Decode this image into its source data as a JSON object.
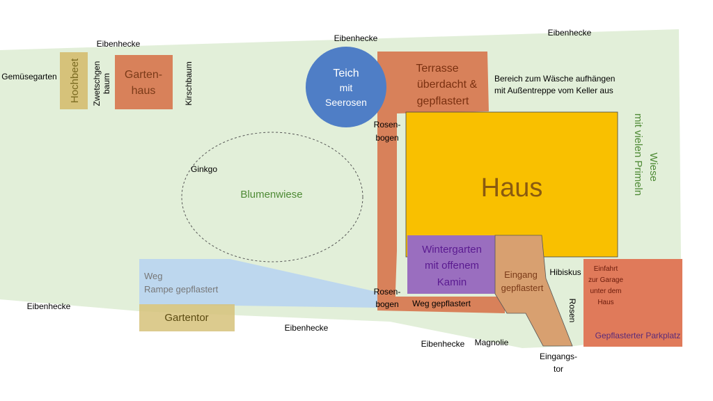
{
  "colors": {
    "lawn": "#e2efd9",
    "orange": "#d8815a",
    "pond": "#4f7ec6",
    "house": "#f9c000",
    "winter": "#9a6ebf",
    "entrance": "#d8a070",
    "parking": "#e07a5a",
    "ramp": "#bdd7ee",
    "gate": "#d6c27a",
    "raised_bed": "#d6c27a",
    "green_text": "#4e8a35",
    "dark_orange_text": "#8a5a10"
  },
  "labels": {
    "hedge_top_left": "Eibenhecke",
    "hedge_top_middle": "Eibenhecke",
    "hedge_top_right": "Eibenhecke",
    "hedge_left": "Eibenhecke",
    "hedge_bottom": "Eibenhecke",
    "hedge_bottom_right": "Eibenhecke",
    "vegetable_garden": "Gemüsegarten",
    "raised_bed": "Hochbeet",
    "plum_tree_line1": "Zwetschgen",
    "plum_tree_line2": "baum",
    "garden_house_line1": "Garten-",
    "garden_house_line2": "haus",
    "cherry_tree": "Kirschbaum",
    "pond_line1": "Teich",
    "pond_line2": "mit",
    "pond_line3": "Seerosen",
    "terrace_line1": "Terrasse",
    "terrace_line2": "überdacht &",
    "terrace_line3": "gepflastert",
    "laundry_line1": "Bereich zum Wäsche aufhängen",
    "laundry_line2": "mit Außentreppe vom Keller aus",
    "meadow_line1": "Wiese",
    "meadow_line2": "mit vielen Primeln",
    "rose_arch_top_line1": "Rosen-",
    "rose_arch_top_line2": "bogen",
    "ginkgo": "Ginkgo",
    "flower_meadow": "Blumenwiese",
    "house": "Haus",
    "winter_garden_line1": "Wintergarten",
    "winter_garden_line2": "mit offenem",
    "winter_garden_line3": "Kamin",
    "entrance_line1": "Eingang",
    "entrance_line2": "gepflastert",
    "hibiscus": "Hibiskus",
    "driveway_line1": "Einfahrt",
    "driveway_line2": "zur Garage",
    "driveway_line3": "unter dem",
    "driveway_line4": "Haus",
    "parking": "Gepflasterter Parkplatz",
    "path_ramp_line1": "Weg",
    "path_ramp_line2": "Rampe gepflastert",
    "rose_arch_bottom_line1": "Rosen-",
    "rose_arch_bottom_line2": "bogen",
    "path_paved": "Weg gepflastert",
    "roses": "Rosen",
    "garden_gate": "Gartentor",
    "magnolia": "Magnolie",
    "entrance_gate_line1": "Eingangs-",
    "entrance_gate_line2": "tor"
  }
}
